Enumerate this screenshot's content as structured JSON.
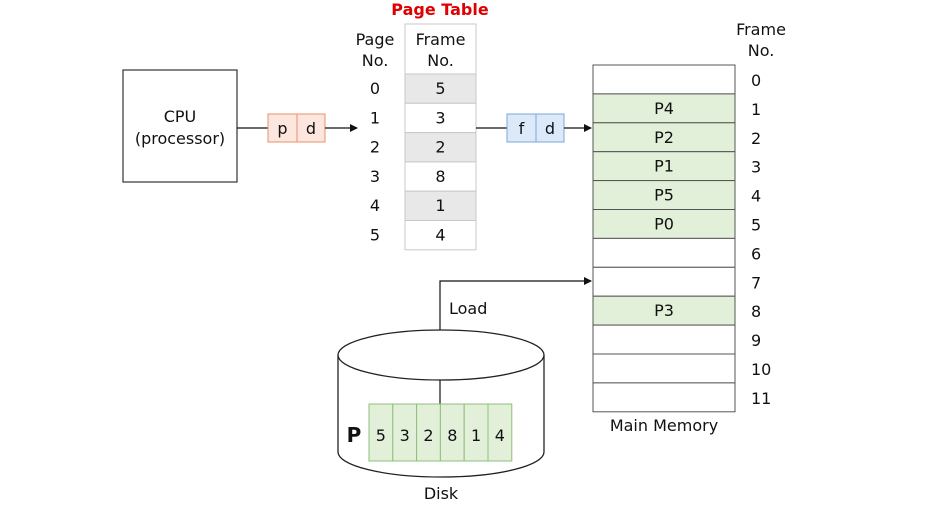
{
  "title": "Page Table",
  "cpu": {
    "line1": "CPU",
    "line2": "(processor)"
  },
  "logical_address": {
    "page": "p",
    "offset": "d",
    "fill": "#fde6de",
    "stroke": "#e8916b"
  },
  "physical_address": {
    "frame": "f",
    "offset": "d",
    "fill": "#dce9f8",
    "stroke": "#7aa7d8"
  },
  "page_table": {
    "page_header_1": "Page",
    "page_header_2": "No.",
    "frame_header_1": "Frame",
    "frame_header_2": "No.",
    "page_numbers": [
      "0",
      "1",
      "2",
      "3",
      "4",
      "5"
    ],
    "frame_numbers": [
      "5",
      "3",
      "2",
      "8",
      "1",
      "4"
    ]
  },
  "memory": {
    "frame_header_1": "Frame",
    "frame_header_2": "No.",
    "label": "Main Memory",
    "frame_numbers": [
      "0",
      "1",
      "2",
      "3",
      "4",
      "5",
      "6",
      "7",
      "8",
      "9",
      "10",
      "11"
    ],
    "contents": [
      "",
      "P4",
      "P2",
      "P1",
      "P5",
      "P0",
      "",
      "",
      "P3",
      "",
      "",
      ""
    ],
    "fill_color": "#e2efd9"
  },
  "load_label": "Load",
  "disk": {
    "label": "Disk",
    "process_label": "P",
    "pages": [
      "5",
      "3",
      "2",
      "8",
      "1",
      "4"
    ]
  }
}
